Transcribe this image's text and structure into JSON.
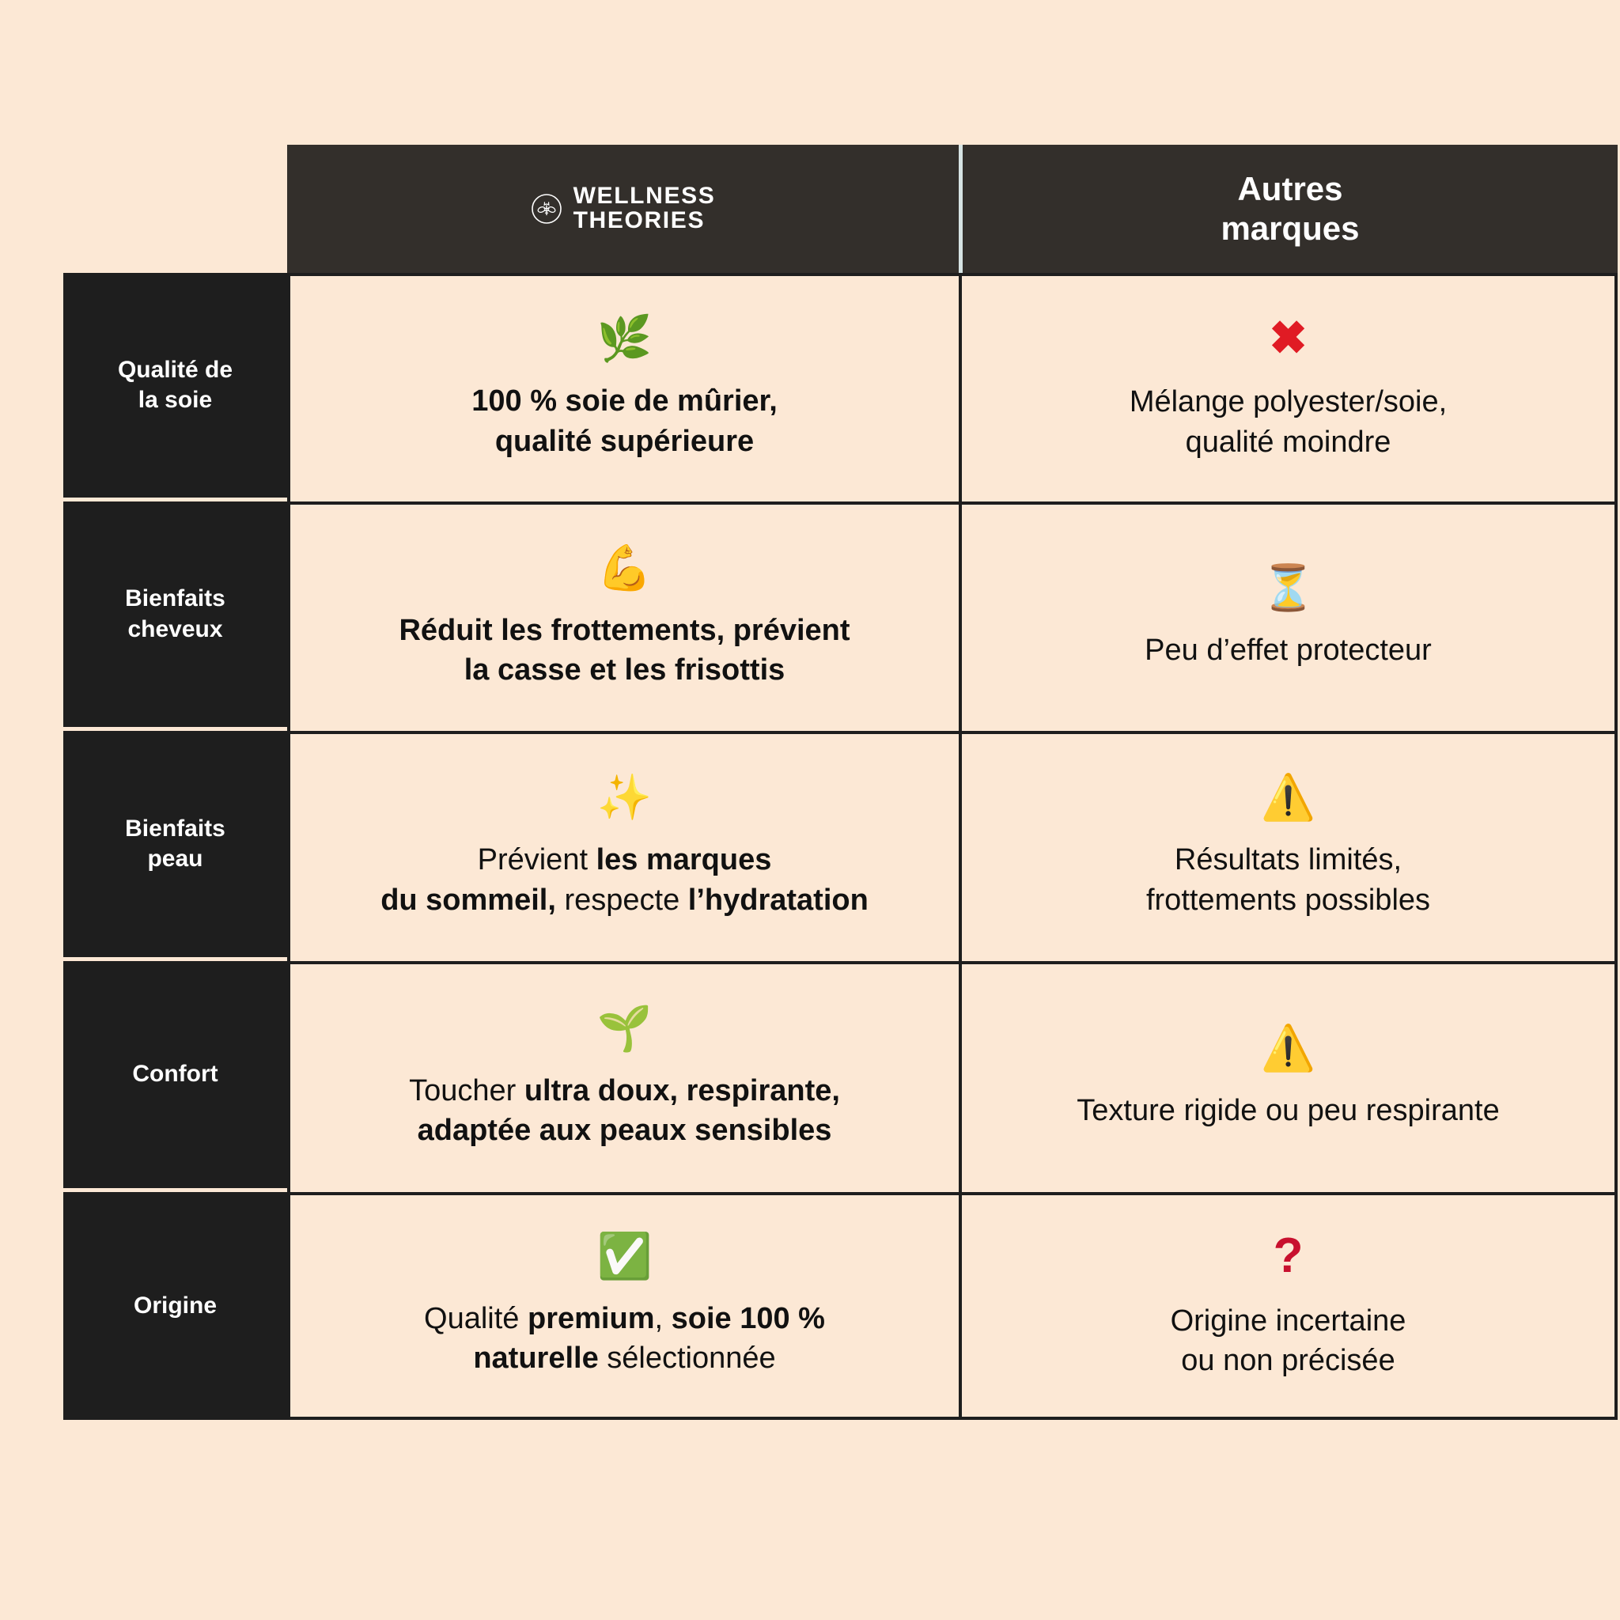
{
  "colors": {
    "background": "#FCE8D5",
    "header_dark": "#332F2B",
    "label_dark": "#1E1E1E",
    "border": "#1E1E1E",
    "header_divider": "#D6E3E3",
    "negative_red": "#E01B24",
    "question_red": "#C8102E",
    "text": "#111111"
  },
  "header": {
    "blank_label": "",
    "brand": {
      "logo_icon": "bee-in-circle-icon",
      "line1": "WELLNESS",
      "line2": "THEORIES"
    },
    "other": {
      "line1": "Autres",
      "line2": "marques"
    }
  },
  "rows": [
    {
      "label": "Qualité de\nla soie",
      "label_line1": "Qualité de",
      "label_line2": "la soie",
      "brand": {
        "icon": "herb-icon",
        "emoji": "🌿",
        "text_html": "<b>100 % soie de mûrier,<br>qualité supérieure</b>",
        "text_plain": "100 % soie de mûrier, qualité supérieure"
      },
      "other": {
        "icon": "cross-mark-icon",
        "emoji": "❌",
        "text_html": "Mélange polyester/soie,<br>qualité moindre",
        "text_plain": "Mélange polyester/soie, qualité moindre"
      }
    },
    {
      "label": "Bienfaits\ncheveux",
      "label_line1": "Bienfaits",
      "label_line2": "cheveux",
      "brand": {
        "icon": "flexed-biceps-icon",
        "emoji": "💪",
        "text_html": "<b>Réduit les frottements, prévient<br>la casse et les frisottis</b>",
        "text_plain": "Réduit les frottements, prévient la casse et les frisottis"
      },
      "other": {
        "icon": "hourglass-icon",
        "emoji": "⏳",
        "text_html": "Peu d’effet protecteur",
        "text_plain": "Peu d’effet protecteur"
      }
    },
    {
      "label": "Bienfaits\npeau",
      "label_line1": "Bienfaits",
      "label_line2": "peau",
      "brand": {
        "icon": "sparkles-icon",
        "emoji": "✨",
        "text_html": "Prévient <b>les marques<br>du sommeil,</b> respecte <b>l’hydratation</b>",
        "text_plain": "Prévient les marques du sommeil, respecte l’hydratation"
      },
      "other": {
        "icon": "warning-icon",
        "emoji": "⚠️",
        "text_html": "Résultats limités,<br>frottements possibles",
        "text_plain": "Résultats limités, frottements possibles"
      }
    },
    {
      "label": "Confort",
      "label_line1": "Confort",
      "label_line2": "",
      "brand": {
        "icon": "seedling-icon",
        "emoji": "🌱",
        "text_html": "Toucher <b>ultra doux, respirante,<br>adaptée aux peaux sensibles</b>",
        "text_plain": "Toucher ultra doux, respirante, adaptée aux peaux sensibles"
      },
      "other": {
        "icon": "warning-icon",
        "emoji": "⚠️",
        "text_html": "Texture rigide ou peu respirante",
        "text_plain": "Texture rigide ou peu respirante"
      }
    },
    {
      "label": "Origine",
      "label_line1": "Origine",
      "label_line2": "",
      "brand": {
        "icon": "check-mark-button-icon",
        "emoji": "✅",
        "text_html": "Qualité <b>premium</b>, <b>soie 100 %<br>naturelle</b> sélectionnée",
        "text_plain": "Qualité premium, soie 100 % naturelle sélectionnée"
      },
      "other": {
        "icon": "question-mark-icon",
        "emoji": "❓",
        "text_html": "Origine incertaine<br>ou non précisée",
        "text_plain": "Origine incertaine ou non précisée"
      }
    }
  ]
}
